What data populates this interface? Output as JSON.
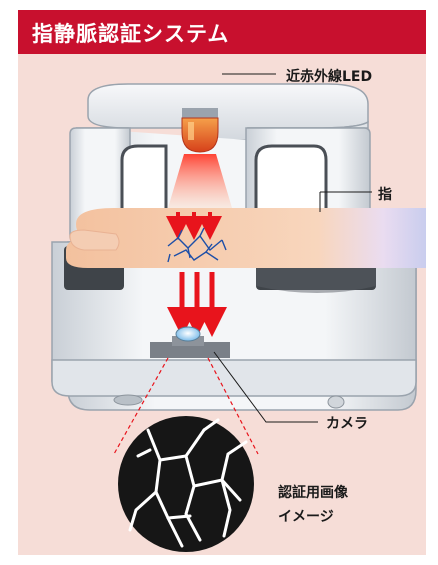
{
  "header": {
    "title": "指静脈認証システム"
  },
  "labels": {
    "led": "近赤外線LED",
    "finger": "指",
    "camera": "カメラ",
    "image_line1": "認証用画像",
    "image_line2": "イメージ"
  },
  "colors": {
    "header_bg": "#c8102e",
    "panel_bg": "#f6ddd7",
    "arrow": "#e8141c",
    "device": "#e6eaee",
    "vein": "#1d4fa8"
  }
}
